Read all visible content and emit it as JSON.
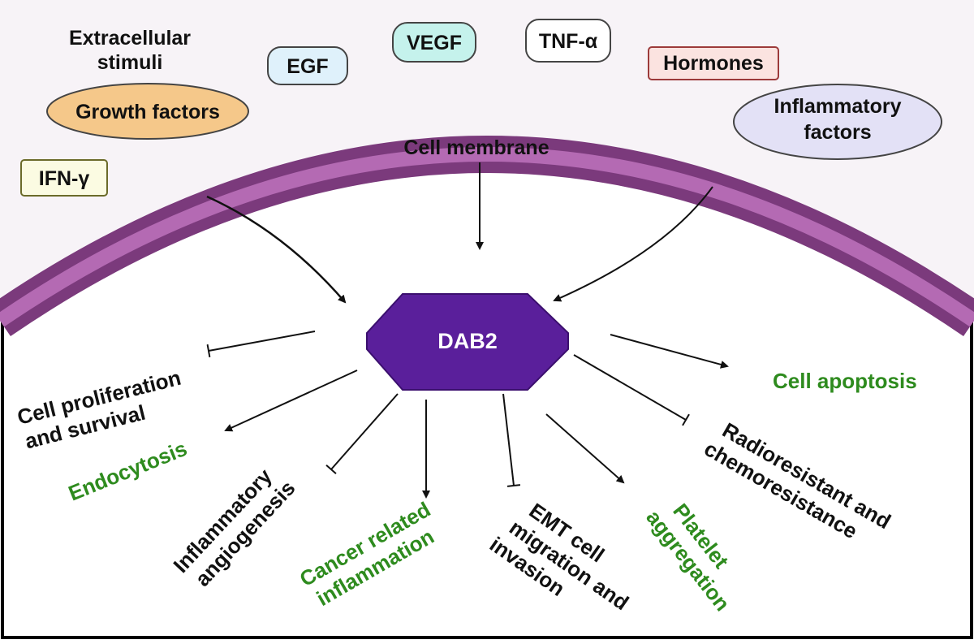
{
  "diagram": {
    "extracellular_label": [
      "Extracellular",
      "stimuli"
    ],
    "stimuli": {
      "growth_factors": "Growth factors",
      "egf": "EGF",
      "vegf": "VEGF",
      "tnf": "TNF-α",
      "hormones": "Hormones",
      "inflammatory_factors": [
        "Inflammatory",
        "factors"
      ],
      "ifn": "IFN-γ"
    },
    "membrane_label": "Cell membrane",
    "center_node": "DAB2",
    "outcomes": {
      "cell_proliferation": [
        "Cell proliferation",
        "and survival"
      ],
      "endocytosis": "Endocytosis",
      "inflammatory_angiogenesis": [
        "Inflammatory",
        "angiogenesis"
      ],
      "cancer_inflammation": [
        "Cancer related",
        "inflammation"
      ],
      "emt": [
        "EMT cell",
        "migration and",
        "invasion"
      ],
      "platelet": [
        "Platelet",
        "aggregation"
      ],
      "radioresistant": [
        "Radioresistant and",
        "chemoresistance"
      ],
      "apoptosis": "Cell apoptosis"
    },
    "colors": {
      "membrane_outer": "#7b3a7c",
      "membrane_inner": "#b46ab3",
      "center_node": "#5a1f9b",
      "promote_text": "#2e8b1e",
      "inhibit_text": "#111111"
    }
  }
}
